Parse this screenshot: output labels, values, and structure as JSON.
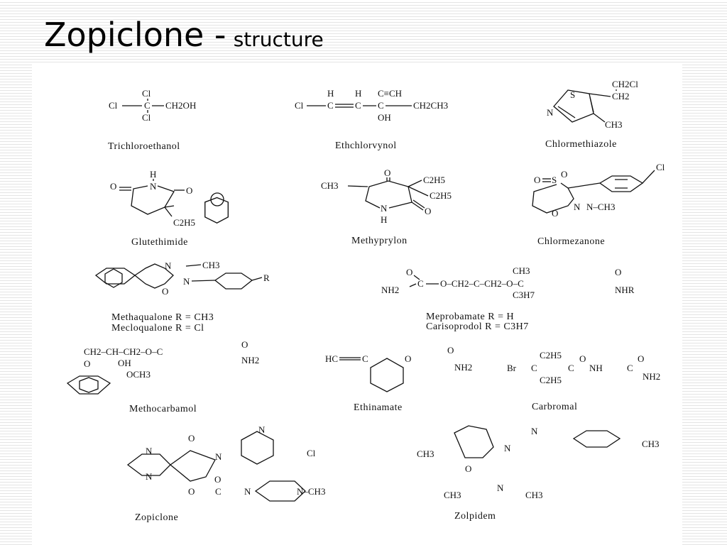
{
  "slide": {
    "title_main": "Zopiclone -",
    "title_sub": "structure"
  },
  "compounds": [
    {
      "id": "trichloroethanol",
      "name": "Trichloroethanol"
    },
    {
      "id": "ethchlorvynol",
      "name": "Ethchlorvynol"
    },
    {
      "id": "chlormethiazole",
      "name": "Chlormethiazole"
    },
    {
      "id": "glutethimide",
      "name": "Glutethimide"
    },
    {
      "id": "methyprylon",
      "name": "Methyprylon"
    },
    {
      "id": "chlormezanone",
      "name": "Chlormezanone"
    },
    {
      "id": "methaqualone",
      "name": "Methaqualone R = CH3"
    },
    {
      "id": "mecloqualone",
      "name": "Mecloqualone R = Cl"
    },
    {
      "id": "meprobamate",
      "name": "Meprobamate  R = H"
    },
    {
      "id": "carisoprodol",
      "name": "Carisoprodol  R = C3H7"
    },
    {
      "id": "methocarbamol",
      "name": "Methocarbamol"
    },
    {
      "id": "ethinamate",
      "name": "Ethinamate"
    },
    {
      "id": "carbromal",
      "name": "Carbromal"
    },
    {
      "id": "zopiclone",
      "name": "Zopiclone"
    },
    {
      "id": "zolpidem",
      "name": "Zolpidem"
    }
  ],
  "fragments": {
    "cl": "Cl",
    "c": "C",
    "ch2oh": "CH2OH",
    "h": "H",
    "cch": "C≡CH",
    "oh": "OH",
    "ch2ch3": "CH2CH3",
    "ch2cl": "CH2Cl",
    "ch2": "CH2",
    "s": "S",
    "n": "N",
    "ch3": "CH3",
    "o": "O",
    "c2h5": "C2H5",
    "r": "R",
    "nh2": "NH2",
    "nhr": "NHR",
    "c3h7": "C3H7",
    "och3": "OCH3",
    "hc": "HC",
    "br": "Br",
    "nh": "NH",
    "dash_ch2_ch_ch2": "CH2–CH–CH2–O–C",
    "mepro_chain": "O–CH2–C–CH2–O–C",
    "methyl_n_ch3": "N–CH3"
  }
}
